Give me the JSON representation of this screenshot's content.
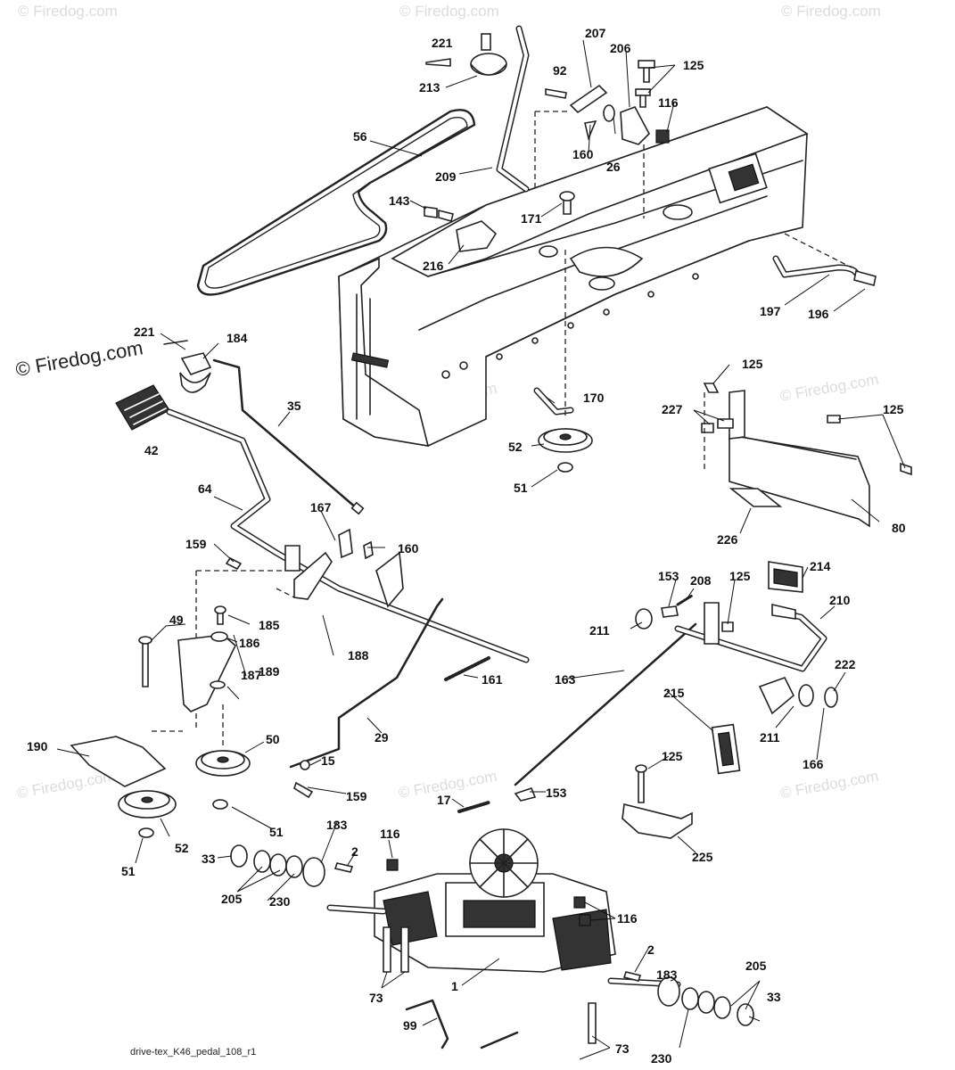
{
  "watermark": {
    "main_text": "© Firedog.com",
    "faint_text": "© Firedog.com"
  },
  "footer": {
    "drawing_code": "drive-tex_K46_pedal_108_r1"
  },
  "callouts": [
    "221",
    "213",
    "207",
    "206",
    "92",
    "125",
    "56",
    "116",
    "160",
    "26",
    "209",
    "143",
    "171",
    "216",
    "197",
    "196",
    "221",
    "184",
    "42",
    "35",
    "125",
    "170",
    "227",
    "125",
    "52",
    "51",
    "80",
    "226",
    "64",
    "167",
    "160",
    "159",
    "214",
    "153",
    "208",
    "125",
    "210",
    "211",
    "49",
    "185",
    "186",
    "188",
    "189",
    "187",
    "161",
    "163",
    "215",
    "222",
    "211",
    "166",
    "190",
    "50",
    "29",
    "15",
    "159",
    "125",
    "17",
    "153",
    "225",
    "51",
    "52",
    "51",
    "183",
    "2",
    "116",
    "33",
    "205",
    "230",
    "116",
    "2",
    "1",
    "183",
    "205",
    "73",
    "33",
    "99",
    "73",
    "230"
  ]
}
